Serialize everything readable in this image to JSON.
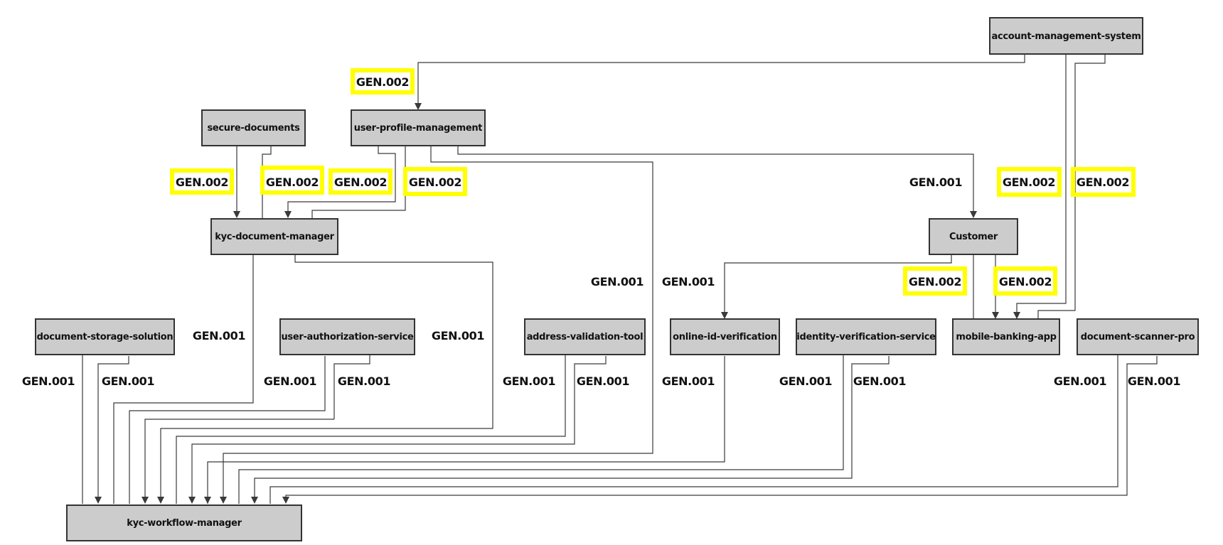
{
  "diagram": {
    "highlight_color": "#ffff00",
    "node_fill": "#cccccc",
    "nodes": {
      "account_management_system": "account-management-system",
      "secure_documents": "secure-documents",
      "user_profile_management": "user-profile-management",
      "kyc_document_manager": "kyc-document-manager",
      "customer": "Customer",
      "document_storage_solution": "document-storage-solution",
      "user_authorization_service": "user-authorization-service",
      "address_validation_tool": "address-validation-tool",
      "online_id_verification": "online-id-verification",
      "identity_verification_service": "identity-verification-service",
      "mobile_banking_app": "mobile-banking-app",
      "document_scanner_pro": "document-scanner-pro",
      "kyc_workflow_manager": "kyc-workflow-manager"
    },
    "edges": [
      {
        "from": "account-management-system",
        "to": "user-profile-management",
        "label": "GEN.002",
        "highlighted": true
      },
      {
        "from": "secure-documents",
        "to": "kyc-document-manager",
        "label": "GEN.002",
        "highlighted": true
      },
      {
        "from": "kyc-document-manager",
        "to": "secure-documents",
        "label": "GEN.002",
        "highlighted": true
      },
      {
        "from": "user-profile-management",
        "to": "kyc-document-manager",
        "label": "GEN.002",
        "highlighted": true
      },
      {
        "from": "kyc-document-manager",
        "to": "user-profile-management",
        "label": "GEN.002",
        "highlighted": true
      },
      {
        "from": "user-profile-management",
        "to": "Customer",
        "label": "GEN.001",
        "highlighted": false
      },
      {
        "from": "account-management-system",
        "to": "mobile-banking-app",
        "label": "GEN.002",
        "highlighted": true
      },
      {
        "from": "mobile-banking-app",
        "to": "account-management-system",
        "label": "GEN.002",
        "highlighted": true
      },
      {
        "from": "Customer",
        "to": "online-id-verification",
        "label": "GEN.001",
        "highlighted": false
      },
      {
        "from": "mobile-banking-app",
        "to": "Customer",
        "label": "GEN.002",
        "highlighted": true
      },
      {
        "from": "Customer",
        "to": "mobile-banking-app",
        "label": "GEN.002",
        "highlighted": true
      },
      {
        "from": "kyc-document-manager",
        "to": "kyc-workflow-manager",
        "label": "GEN.001",
        "highlighted": false
      },
      {
        "from": "user-profile-management",
        "to": "kyc-workflow-manager",
        "label": "GEN.001",
        "highlighted": false
      },
      {
        "from": "kyc-workflow-manager",
        "to": "kyc-document-manager",
        "label": "GEN.001",
        "highlighted": false
      },
      {
        "from": "kyc-workflow-manager",
        "to": "document-storage-solution",
        "label": "GEN.001",
        "highlighted": false
      },
      {
        "from": "document-storage-solution",
        "to": "kyc-workflow-manager",
        "label": "GEN.001",
        "highlighted": false
      },
      {
        "from": "kyc-workflow-manager",
        "to": "user-authorization-service",
        "label": "GEN.001",
        "highlighted": false
      },
      {
        "from": "user-authorization-service",
        "to": "kyc-workflow-manager",
        "label": "GEN.001",
        "highlighted": false
      },
      {
        "from": "kyc-workflow-manager",
        "to": "address-validation-tool",
        "label": "GEN.001",
        "highlighted": false
      },
      {
        "from": "address-validation-tool",
        "to": "kyc-workflow-manager",
        "label": "GEN.001",
        "highlighted": false
      },
      {
        "from": "online-id-verification",
        "to": "kyc-workflow-manager",
        "label": "GEN.001",
        "highlighted": false
      },
      {
        "from": "kyc-workflow-manager",
        "to": "identity-verification-service",
        "label": "GEN.001",
        "highlighted": false
      },
      {
        "from": "identity-verification-service",
        "to": "kyc-workflow-manager",
        "label": "GEN.001",
        "highlighted": false
      },
      {
        "from": "kyc-workflow-manager",
        "to": "document-scanner-pro",
        "label": "GEN.001",
        "highlighted": false
      },
      {
        "from": "document-scanner-pro",
        "to": "kyc-workflow-manager",
        "label": "GEN.001",
        "highlighted": false
      }
    ]
  }
}
